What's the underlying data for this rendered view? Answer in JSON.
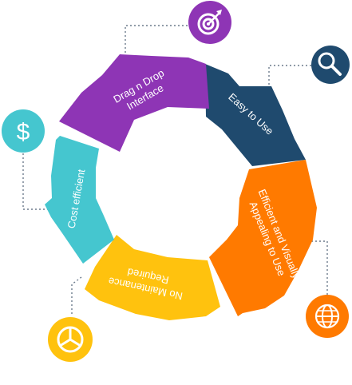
{
  "diagram": {
    "segments": [
      {
        "key": "drag",
        "lines": [
          "Drag n Drop",
          "Interface"
        ],
        "color": "#8E35B5",
        "icon": "target-icon",
        "icon_color": "#8E35B5"
      },
      {
        "key": "easy",
        "lines": [
          "Easy to Use"
        ],
        "color": "#1F4A6E",
        "icon": "search-icon",
        "icon_color": "#1F4A6E"
      },
      {
        "key": "efficient",
        "lines": [
          "Efficient and Visually",
          "Appealing to Use"
        ],
        "color": "#FF7A00",
        "icon": "globe-icon",
        "icon_color": "#FF7A00"
      },
      {
        "key": "maintenance",
        "lines": [
          "No Maintenance",
          "Required"
        ],
        "color": "#FFC20E",
        "icon": "pie-chart-icon",
        "icon_color": "#FFC20E"
      },
      {
        "key": "cost",
        "lines": [
          "Cost efficient"
        ],
        "color": "#45C6CF",
        "icon": "dollar-icon",
        "icon_color": "#45C6CF"
      }
    ]
  }
}
